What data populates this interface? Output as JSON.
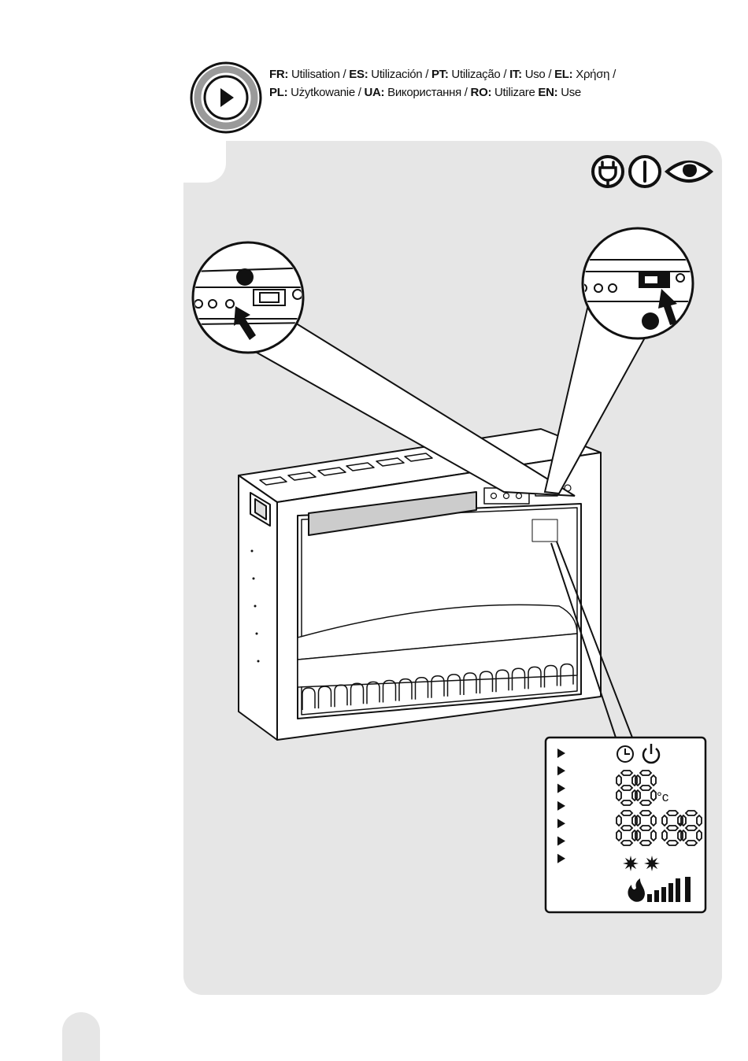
{
  "header": {
    "line1": [
      {
        "code": "FR",
        "text": "Utilisation / "
      },
      {
        "code": "ES",
        "text": "Utilización  / "
      },
      {
        "code": "PT",
        "text": "Utilização / "
      },
      {
        "code": "IT",
        "text": "Uso / "
      },
      {
        "code": "EL",
        "text": "Χρήση /"
      }
    ],
    "line2": [
      {
        "code": "PL",
        "text": "Użytkowanie / "
      },
      {
        "code": "UA",
        "text": "Використання / "
      },
      {
        "code": "RO",
        "text": "Utilizare   "
      },
      {
        "code": "EN",
        "text": "Use"
      }
    ]
  },
  "icons": {
    "play": "play-icon",
    "plug": "plug-icon",
    "power": "power-icon",
    "eye": "eye-icon"
  },
  "display": {
    "temperature_unit": "°c",
    "rows": 7
  },
  "colors": {
    "panel": "#e6e6e6",
    "ink": "#111111",
    "button_ring": "#9a9a9a"
  }
}
